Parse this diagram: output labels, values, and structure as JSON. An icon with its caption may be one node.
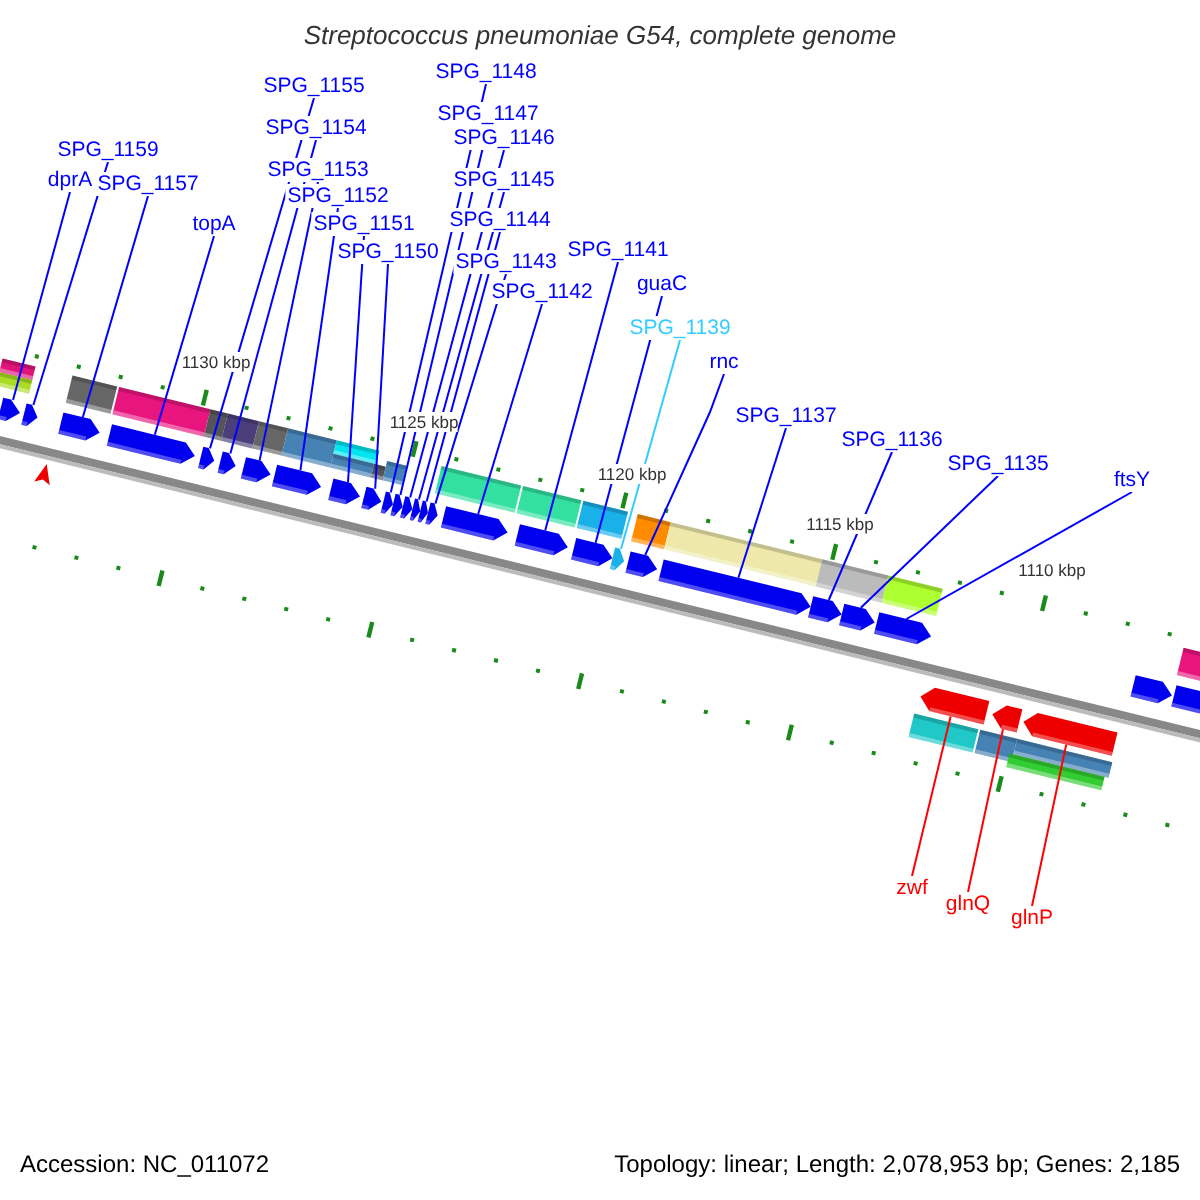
{
  "diagram": {
    "title": "Streptococcus pneumoniae G54, complete genome",
    "nodes": [
      {
        "text": [
          "SPG_1159"
        ]
      },
      {
        "text": [
          "dprA"
        ]
      },
      {
        "text": [
          "SPG_1157"
        ]
      },
      {
        "text": [
          "topA"
        ]
      },
      {
        "text": [
          "SPG_1155"
        ]
      },
      {
        "text": [
          "SPG_1154"
        ]
      },
      {
        "text": [
          "SPG_1153"
        ]
      },
      {
        "text": [
          "SPG_1152"
        ]
      },
      {
        "text": [
          "SPG_1151"
        ]
      },
      {
        "text": [
          "SPG_1150"
        ]
      },
      {
        "text": [
          "SPG_1148"
        ]
      },
      {
        "text": [
          "SPG_1147"
        ]
      },
      {
        "text": [
          "SPG_1146"
        ]
      },
      {
        "text": [
          "SPG_1145"
        ]
      },
      {
        "text": [
          "SPG_1144"
        ]
      },
      {
        "text": [
          "SPG_1143"
        ]
      },
      {
        "text": [
          "SPG_1142"
        ]
      },
      {
        "text": [
          "SPG_1141"
        ]
      },
      {
        "text": [
          "guaC"
        ]
      },
      {
        "text": [
          "SPG_1139"
        ]
      },
      {
        "text": [
          "rnc"
        ]
      },
      {
        "text": [
          "SPG_1137"
        ]
      },
      {
        "text": [
          "SPG_1136"
        ]
      },
      {
        "text": [
          "SPG_1135"
        ]
      },
      {
        "text": [
          "ftsY"
        ]
      },
      {
        "text": [
          "zwf"
        ]
      },
      {
        "text": [
          "glnQ"
        ]
      },
      {
        "text": [
          "glnP"
        ]
      },
      {
        "text": [],
        "shape": "arrow"
      },
      {
        "text": [],
        "shape": "arrow"
      },
      {
        "text": [],
        "shape": "arrow"
      },
      {
        "text": [],
        "shape": "arrow"
      },
      {
        "text": [],
        "shape": "arrow"
      },
      {
        "text": [],
        "shape": "arrow"
      },
      {
        "text": [],
        "shape": "arrow"
      },
      {
        "text": [],
        "shape": "arrow"
      },
      {
        "text": [],
        "shape": "arrow"
      },
      {
        "text": [],
        "shape": "arrow"
      },
      {
        "text": [],
        "shape": "arrow"
      },
      {
        "text": [],
        "shape": "arrow"
      },
      {
        "text": [],
        "shape": "arrow"
      },
      {
        "text": [],
        "shape": "arrow"
      },
      {
        "text": [],
        "shape": "arrow"
      },
      {
        "text": [],
        "shape": "arrow"
      },
      {
        "text": [],
        "shape": "arrow"
      },
      {
        "text": [],
        "shape": "arrow"
      },
      {
        "text": [],
        "shape": "arrow"
      },
      {
        "text": [],
        "shape": "arrow"
      },
      {
        "text": [],
        "shape": "arrow"
      },
      {
        "text": [],
        "shape": "arrow"
      },
      {
        "text": [],
        "shape": "arrow"
      },
      {
        "text": [],
        "shape": "arrow"
      },
      {
        "text": [],
        "shape": "arrow"
      },
      {
        "text": [],
        "shape": "arrow"
      },
      {
        "text": [],
        "shape": "arrow"
      },
      {
        "text": [],
        "shape": "arrow"
      },
      {
        "text": [],
        "shape": "arrow"
      },
      {
        "text": [],
        "shape": "arrow"
      }
    ],
    "edges": [
      {
        "from": 0,
        "to": 29,
        "arrow": "none"
      },
      {
        "from": 1,
        "to": 28,
        "arrow": "none"
      },
      {
        "from": 2,
        "to": 30,
        "arrow": "none"
      },
      {
        "from": 3,
        "to": 31,
        "arrow": "none"
      },
      {
        "from": 4,
        "to": 32,
        "arrow": "none"
      },
      {
        "from": 5,
        "to": 33,
        "arrow": "none"
      },
      {
        "from": 6,
        "to": 34,
        "arrow": "none"
      },
      {
        "from": 7,
        "to": 35,
        "arrow": "none"
      },
      {
        "from": 8,
        "to": 36,
        "arrow": "none"
      },
      {
        "from": 9,
        "to": 37,
        "arrow": "none"
      },
      {
        "from": 10,
        "to": 38,
        "arrow": "none"
      },
      {
        "from": 11,
        "to": 39,
        "arrow": "none"
      },
      {
        "from": 12,
        "to": 40,
        "arrow": "none"
      },
      {
        "from": 13,
        "to": 41,
        "arrow": "none"
      },
      {
        "from": 14,
        "to": 42,
        "arrow": "none"
      },
      {
        "from": 15,
        "to": 43,
        "arrow": "none"
      },
      {
        "from": 16,
        "to": 44,
        "arrow": "none"
      },
      {
        "from": 17,
        "to": 45,
        "arrow": "none"
      },
      {
        "from": 18,
        "to": 46,
        "arrow": "none"
      },
      {
        "from": 19,
        "to": 47,
        "arrow": "none",
        "color": "#33ccff"
      },
      {
        "from": 20,
        "to": 48,
        "arrow": "none"
      },
      {
        "from": 21,
        "to": 49,
        "arrow": "none"
      },
      {
        "from": 22,
        "to": 50,
        "arrow": "none"
      },
      {
        "from": 23,
        "to": 51,
        "arrow": "none"
      },
      {
        "from": 24,
        "to": 52,
        "arrow": "none"
      },
      {
        "from": 25,
        "to": 53,
        "arrow": "none",
        "color": "#ff0000"
      },
      {
        "from": 26,
        "to": 54,
        "arrow": "none",
        "color": "#ff0000"
      },
      {
        "from": 27,
        "to": 55,
        "arrow": "none",
        "color": "#ff0000"
      }
    ],
    "labels": [
      "1130 kbp",
      "1125 kbp",
      "1120 kbp",
      "1115 kbp",
      "1110 kbp",
      "Accession: NC_011072",
      "Topology: linear; Length: 2,078,953 bp; Genes: 2,185"
    ]
  }
}
